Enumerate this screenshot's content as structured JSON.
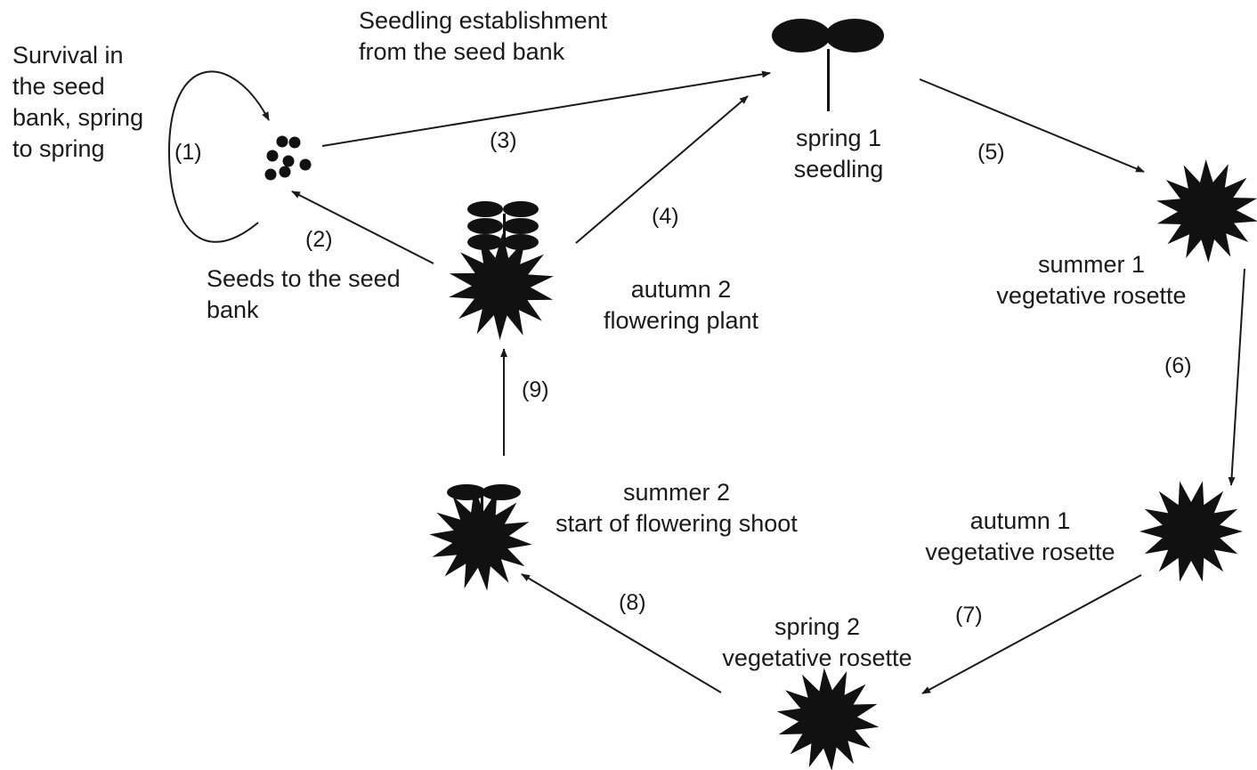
{
  "notes": {
    "survival": "Survival in\nthe seed\nbank, spring\nto spring",
    "establishment": "Seedling establishment\nfrom the seed bank",
    "seeds_to_bank": "Seeds to the seed\nbank"
  },
  "stages": {
    "spring1": "spring 1\nseedling",
    "summer1": "summer 1\nvegetative rosette",
    "autumn1": "autumn 1\nvegetative rosette",
    "spring2": "spring 2\nvegetative rosette",
    "summer2": "summer 2\nstart of flowering shoot",
    "autumn2": "autumn 2\nflowering plant"
  },
  "transitions": {
    "t1": "(1)",
    "t2": "(2)",
    "t3": "(3)",
    "t4": "(4)",
    "t5": "(5)",
    "t6": "(6)",
    "t7": "(7)",
    "t8": "(8)",
    "t9": "(9)"
  },
  "colors": {
    "ink": "#111111",
    "text": "#1a1a1a"
  }
}
